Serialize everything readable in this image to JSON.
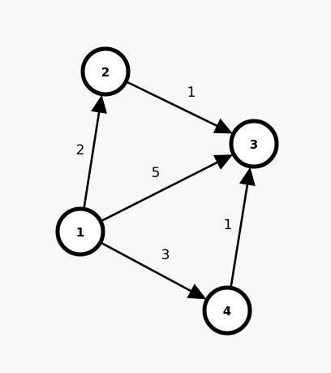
{
  "graph": {
    "nodes": [
      {
        "id": "1",
        "label": "1"
      },
      {
        "id": "2",
        "label": "2"
      },
      {
        "id": "3",
        "label": "3"
      },
      {
        "id": "4",
        "label": "4"
      }
    ],
    "edges": [
      {
        "from": "1",
        "to": "2",
        "weight": "2"
      },
      {
        "from": "2",
        "to": "3",
        "weight": "1"
      },
      {
        "from": "1",
        "to": "3",
        "weight": "5"
      },
      {
        "from": "1",
        "to": "4",
        "weight": "3"
      },
      {
        "from": "4",
        "to": "3",
        "weight": "1"
      }
    ]
  },
  "colors": {
    "background": "#f8f8f8",
    "stroke": "#000000",
    "node_fill": "#ffffff"
  }
}
